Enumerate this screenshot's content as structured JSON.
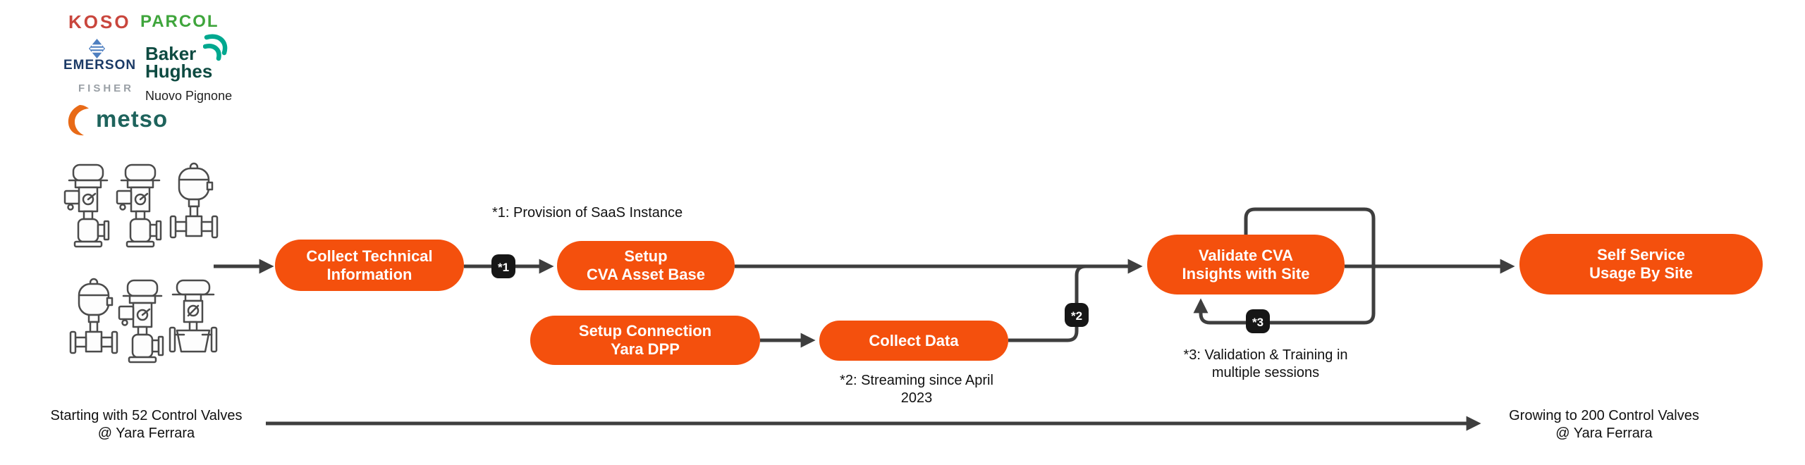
{
  "colors": {
    "node_orange": "#f4500d",
    "connector_gray": "#3e3e3e",
    "badge_black": "#161616",
    "text_black": "#111111"
  },
  "logos": {
    "koso": {
      "text": "KOSO",
      "color": "#c9463d"
    },
    "parcol": {
      "text": "PARCOL",
      "color": "#3fa53c"
    },
    "emerson": {
      "text": "EMERSON",
      "color": "#1b3a66"
    },
    "baker_hughes": {
      "text": "Baker\nHughes",
      "color": "#0d4a41"
    },
    "fisher": {
      "text": "FISHER",
      "color": "#9aa0a6"
    },
    "nuovo_pignone": {
      "text": "Nuovo Pignone",
      "color": "#1f1f1f"
    },
    "metso": {
      "text": "metso",
      "color": "#1e635c"
    }
  },
  "flow": {
    "nodes": [
      {
        "id": "collect-technical-information",
        "label": "Collect Technical\nInformation"
      },
      {
        "id": "setup-cva-asset-base",
        "label": "Setup\nCVA Asset Base"
      },
      {
        "id": "setup-connection-yara-dpp",
        "label": "Setup Connection\nYara DPP"
      },
      {
        "id": "collect-data",
        "label": "Collect Data"
      },
      {
        "id": "validate-cva-insights-with-site",
        "label": "Validate CVA\nInsights with Site"
      },
      {
        "id": "self-service-usage-by-site",
        "label": "Self Service\nUsage By Site"
      }
    ],
    "badges": [
      {
        "label": "*1"
      },
      {
        "label": "*2"
      },
      {
        "label": "*3"
      }
    ],
    "annotations": [
      {
        "text": "*1: Provision of SaaS Instance"
      },
      {
        "text": "*2: Streaming since April\n2023"
      },
      {
        "text": "*3: Validation & Training in\nmultiple sessions"
      }
    ]
  },
  "timeline": {
    "start_label": "Starting with 52 Control Valves\n@ Yara Ferrara",
    "end_label": "Growing to 200 Control Valves\n@ Yara Ferrara"
  }
}
